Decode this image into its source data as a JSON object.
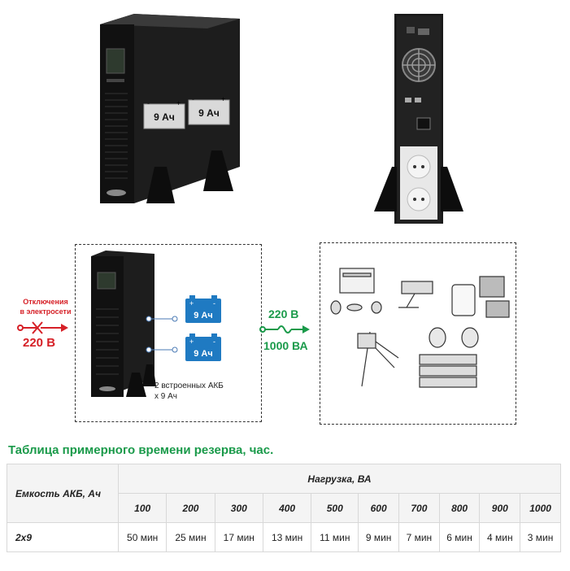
{
  "top_photos": {
    "front_battery_1": "9 Ач",
    "front_battery_2": "9 Ач"
  },
  "diagram": {
    "outage_label_line1": "Отключения",
    "outage_label_line2": "в электросети",
    "input_voltage": "220 В",
    "output_voltage": "220 В",
    "output_power": "1000 ВА",
    "battery_1": "9 Ач",
    "battery_2": "9 Ач",
    "battery_caption_line1": "2 встроенных АКБ",
    "battery_caption_line2": "х 9 Ач"
  },
  "section_title": "Таблица примерного времени резерва, час.",
  "table": {
    "capacity_header": "Емкость АКБ, Ач",
    "load_header": "Нагрузка, ВА",
    "loads": [
      "100",
      "200",
      "300",
      "400",
      "500",
      "600",
      "700",
      "800",
      "900",
      "1000"
    ],
    "rows": [
      {
        "capacity": "2х9",
        "times": [
          "50 мин",
          "25 мин",
          "17 мин",
          "13 мин",
          "11 мин",
          "9 мин",
          "7 мин",
          "6 мин",
          "4 мин",
          "3 мин"
        ]
      }
    ]
  },
  "colors": {
    "accent_green": "#1a9a4a",
    "alert_red": "#d62027"
  }
}
